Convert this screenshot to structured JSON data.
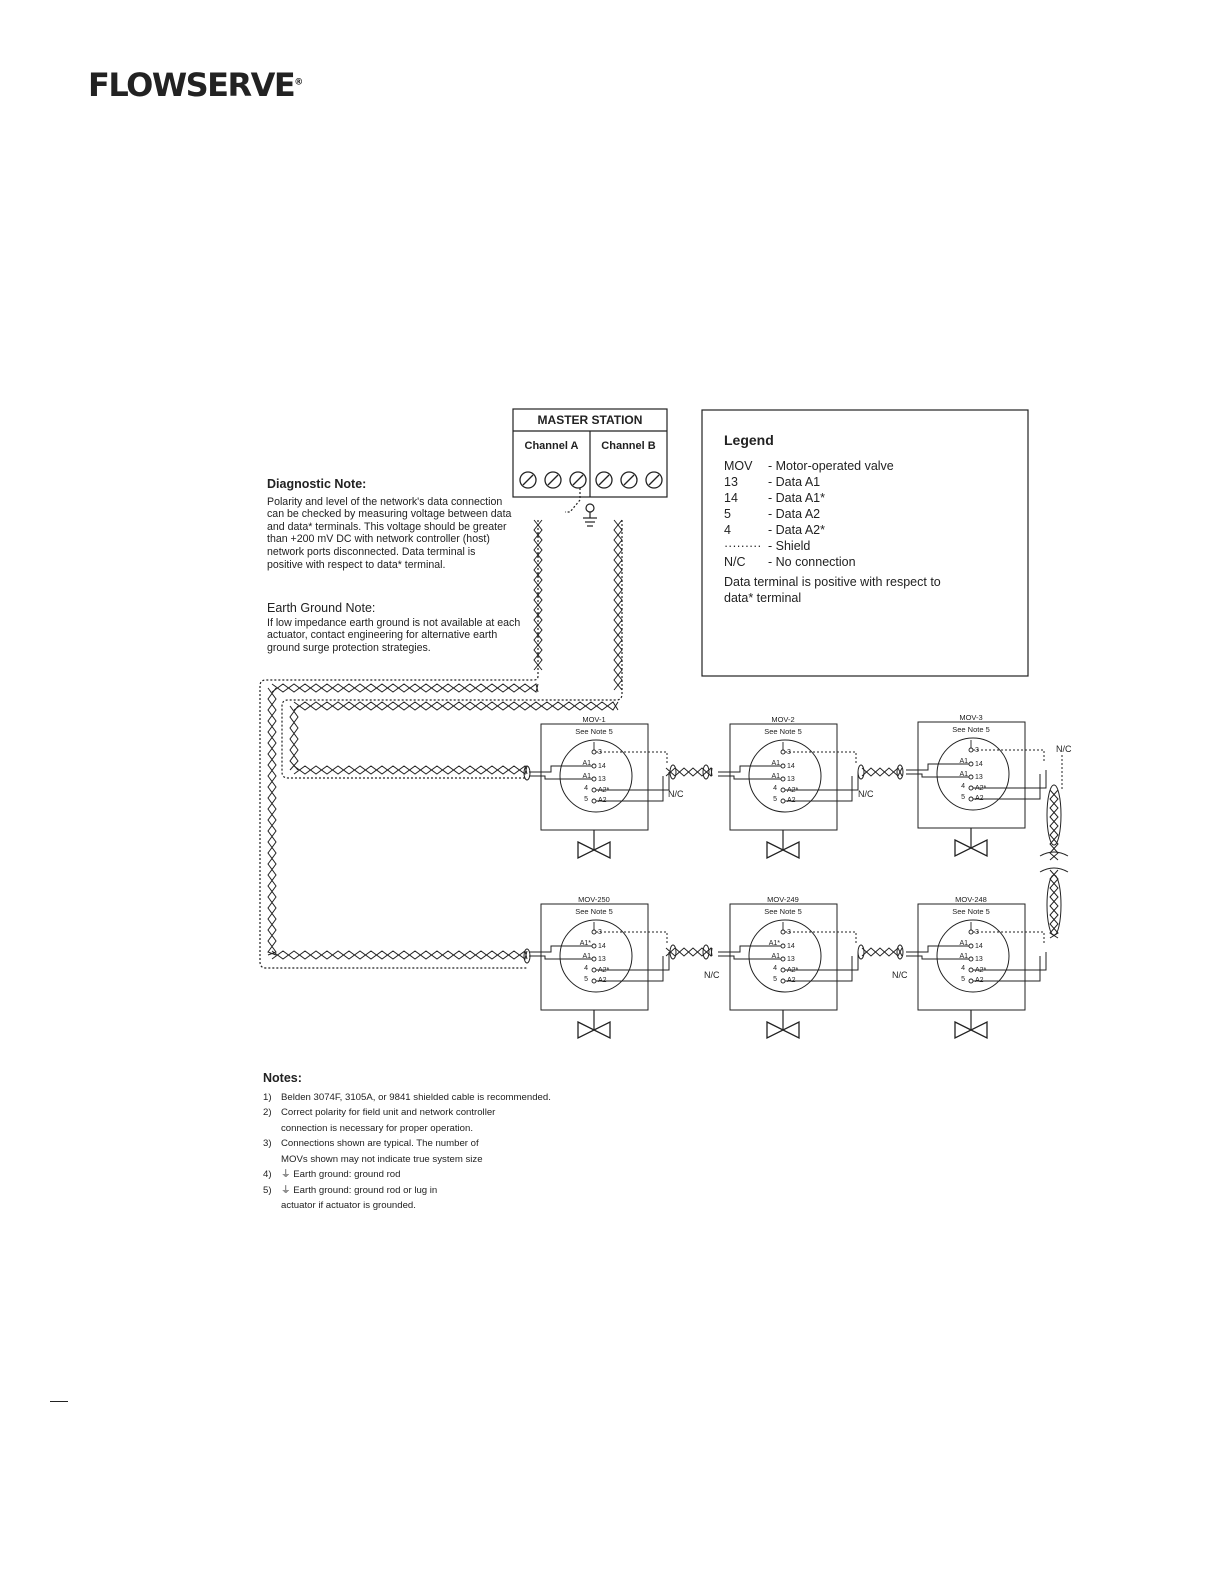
{
  "logo": {
    "text": "FLOWSERVE",
    "mark": "®"
  },
  "master": {
    "title": "MASTER STATION",
    "channel_a": "Channel A",
    "channel_b": "Channel B"
  },
  "diagnostic_note": {
    "heading": "Diagnostic Note:",
    "lines": [
      "Polarity and level of the network's data connection",
      "can be checked by measuring voltage between data",
      "and data* terminals. This voltage should be greater",
      "than +200 mV DC with network controller (host)",
      "network ports disconnected. Data terminal is",
      "positive with respect to data* terminal."
    ]
  },
  "earth_note": {
    "heading": "Earth Ground Note:",
    "lines": [
      "If low impedance earth ground is not available at each",
      "actuator, contact engineering for alternative earth",
      "ground surge protection strategies."
    ]
  },
  "legend": {
    "heading": "Legend",
    "rows": [
      {
        "key": "MOV",
        "desc": "- Motor-operated valve"
      },
      {
        "key": "13",
        "desc": "- Data A1"
      },
      {
        "key": "14",
        "desc": "- Data A1*"
      },
      {
        "key": "5",
        "desc": "- Data A2"
      },
      {
        "key": "4",
        "desc": "- Data A2*"
      },
      {
        "key": "·········",
        "desc": "- Shield"
      },
      {
        "key": "N/C",
        "desc": "- No connection"
      }
    ],
    "footer": [
      "Data terminal is positive with respect to",
      "data* terminal"
    ]
  },
  "movs": [
    {
      "name": "MOV-1",
      "note": "See Note 5",
      "t1": "A1",
      "t2": "A1",
      "t3": "4",
      "t4": "A2*",
      "t5": "5",
      "t6": "A2",
      "n3": "3",
      "n14": "14",
      "n13": "13"
    },
    {
      "name": "MOV-2",
      "note": "See Note 5",
      "t1": "A1",
      "t2": "A1",
      "t3": "4",
      "t4": "A2*",
      "t5": "5",
      "t6": "A2",
      "n3": "3",
      "n14": "14",
      "n13": "13"
    },
    {
      "name": "MOV-3",
      "note": "See Note 5",
      "t1": "A1",
      "t2": "A1",
      "t3": "4",
      "t4": "A2*",
      "t5": "5",
      "t6": "A2",
      "n3": "3",
      "n14": "14",
      "n13": "13"
    },
    {
      "name": "MOV-250",
      "note": "See Note 5",
      "t1": "A1*",
      "t2": "A1",
      "t3": "4",
      "t4": "A2*",
      "t5": "5",
      "t6": "A2",
      "n3": "3",
      "n14": "14",
      "n13": "13"
    },
    {
      "name": "MOV-249",
      "note": "See Note 5",
      "t1": "A1*",
      "t2": "A1",
      "t3": "4",
      "t4": "A2*",
      "t5": "5",
      "t6": "A2",
      "n3": "3",
      "n14": "14",
      "n13": "13"
    },
    {
      "name": "MOV-248",
      "note": "See Note 5",
      "t1": "A1",
      "t2": "A1",
      "t3": "4",
      "t4": "A2*",
      "t5": "5",
      "t6": "A2",
      "n3": "3",
      "n14": "14",
      "n13": "13"
    }
  ],
  "nc_label": "N/C",
  "notes": {
    "heading": "Notes:",
    "items": [
      {
        "num": "1)",
        "lines": [
          "Belden 3074F, 3105A, or 9841 shielded cable is recommended."
        ]
      },
      {
        "num": "2)",
        "lines": [
          "Correct polarity for field unit and network controller",
          "connection is necessary for proper operation."
        ]
      },
      {
        "num": "3)",
        "lines": [
          "Connections shown are typical. The number of",
          "MOVs shown may not indicate true system size"
        ]
      },
      {
        "num": "4)",
        "lines": [
          "Earth ground: ground rod"
        ]
      },
      {
        "num": "5)",
        "lines": [
          "Earth ground: ground rod or lug in",
          "actuator if actuator is grounded."
        ]
      }
    ]
  }
}
